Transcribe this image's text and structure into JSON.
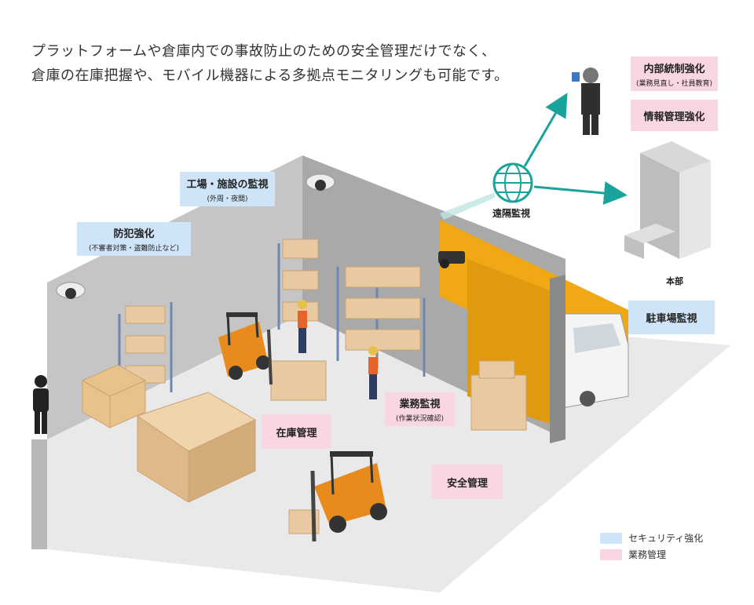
{
  "intro": {
    "line1": "プラットフォームや倉庫内での事故防止のための安全管理だけでなく、",
    "line2": "倉庫の在庫把握や、モバイル機器による多拠点モニタリングも可能です。"
  },
  "tags": {
    "internal_control": {
      "main": "内部統制強化",
      "sub": "(業務見直し・社員教育)"
    },
    "info_management": {
      "main": "情報管理強化"
    },
    "facility_monitoring": {
      "main": "工場・施設の監視",
      "sub": "(外周・夜間)"
    },
    "crime_prevention": {
      "main": "防犯強化",
      "sub": "(不審者対策・盗難防止など)"
    },
    "parking_monitoring": {
      "main": "駐車場監視"
    },
    "work_monitoring": {
      "main": "業務監視",
      "sub": "(作業状況確認)"
    },
    "inventory": {
      "main": "在庫管理"
    },
    "safety": {
      "main": "安全管理"
    }
  },
  "labels": {
    "remote": "遠隔監視",
    "hq": "本部"
  },
  "legend": {
    "security": "セキュリティ強化",
    "business": "業務管理"
  },
  "colors": {
    "security": "#cfe4f6",
    "business": "#f9d6e4",
    "teal": "#1aa39a",
    "orange": "#e88a1c",
    "truck": "#f0a814"
  }
}
